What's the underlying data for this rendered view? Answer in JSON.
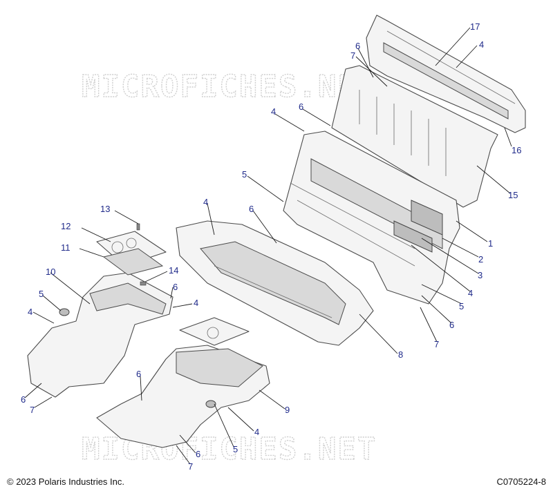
{
  "watermark": "MICROFICHES.NET",
  "footer": {
    "copyright": "© 2023 Polaris Industries Inc.",
    "drawing_number": "C0705224-8"
  },
  "callouts": [
    "17",
    "4",
    "6",
    "7",
    "4",
    "6",
    "16",
    "15",
    "5",
    "4",
    "6",
    "1",
    "2",
    "3",
    "4",
    "5",
    "6",
    "7",
    "13",
    "12",
    "11",
    "14",
    "10",
    "5",
    "4",
    "6",
    "4",
    "6",
    "7",
    "8",
    "9",
    "6",
    "5",
    "4",
    "6",
    "7"
  ],
  "colors": {
    "callout": "#1f2a8a",
    "line": "#4a4a4a",
    "watermark": "#cfcfcf"
  }
}
